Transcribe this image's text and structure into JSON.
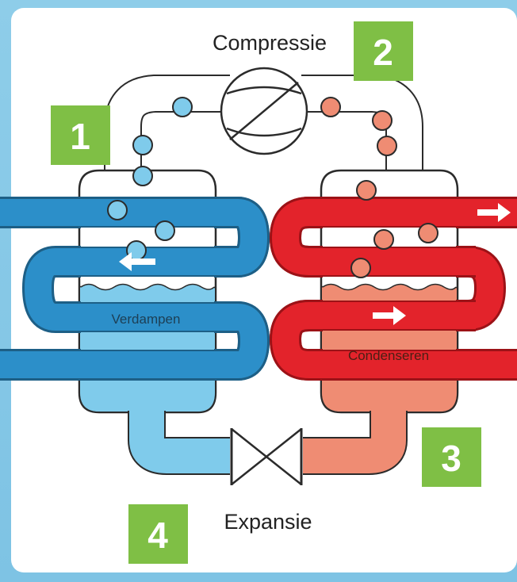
{
  "labels": {
    "compression": "Compressie",
    "expansion": "Expansie",
    "evaporate": "Verdampen",
    "condense": "Condenseren"
  },
  "steps": [
    "1",
    "2",
    "3",
    "4"
  ],
  "colors": {
    "cold_pipe": "#2c8fc9",
    "cold_fill": "#7fcbeb",
    "hot_pipe": "#e3232b",
    "hot_fill": "#ef8c73",
    "step_badge": "#7fbf45",
    "outline": "#2b2b2b"
  },
  "icons": [
    "compressor-icon",
    "expansion-valve-icon",
    "arrow-right-icon",
    "arrow-left-icon"
  ]
}
